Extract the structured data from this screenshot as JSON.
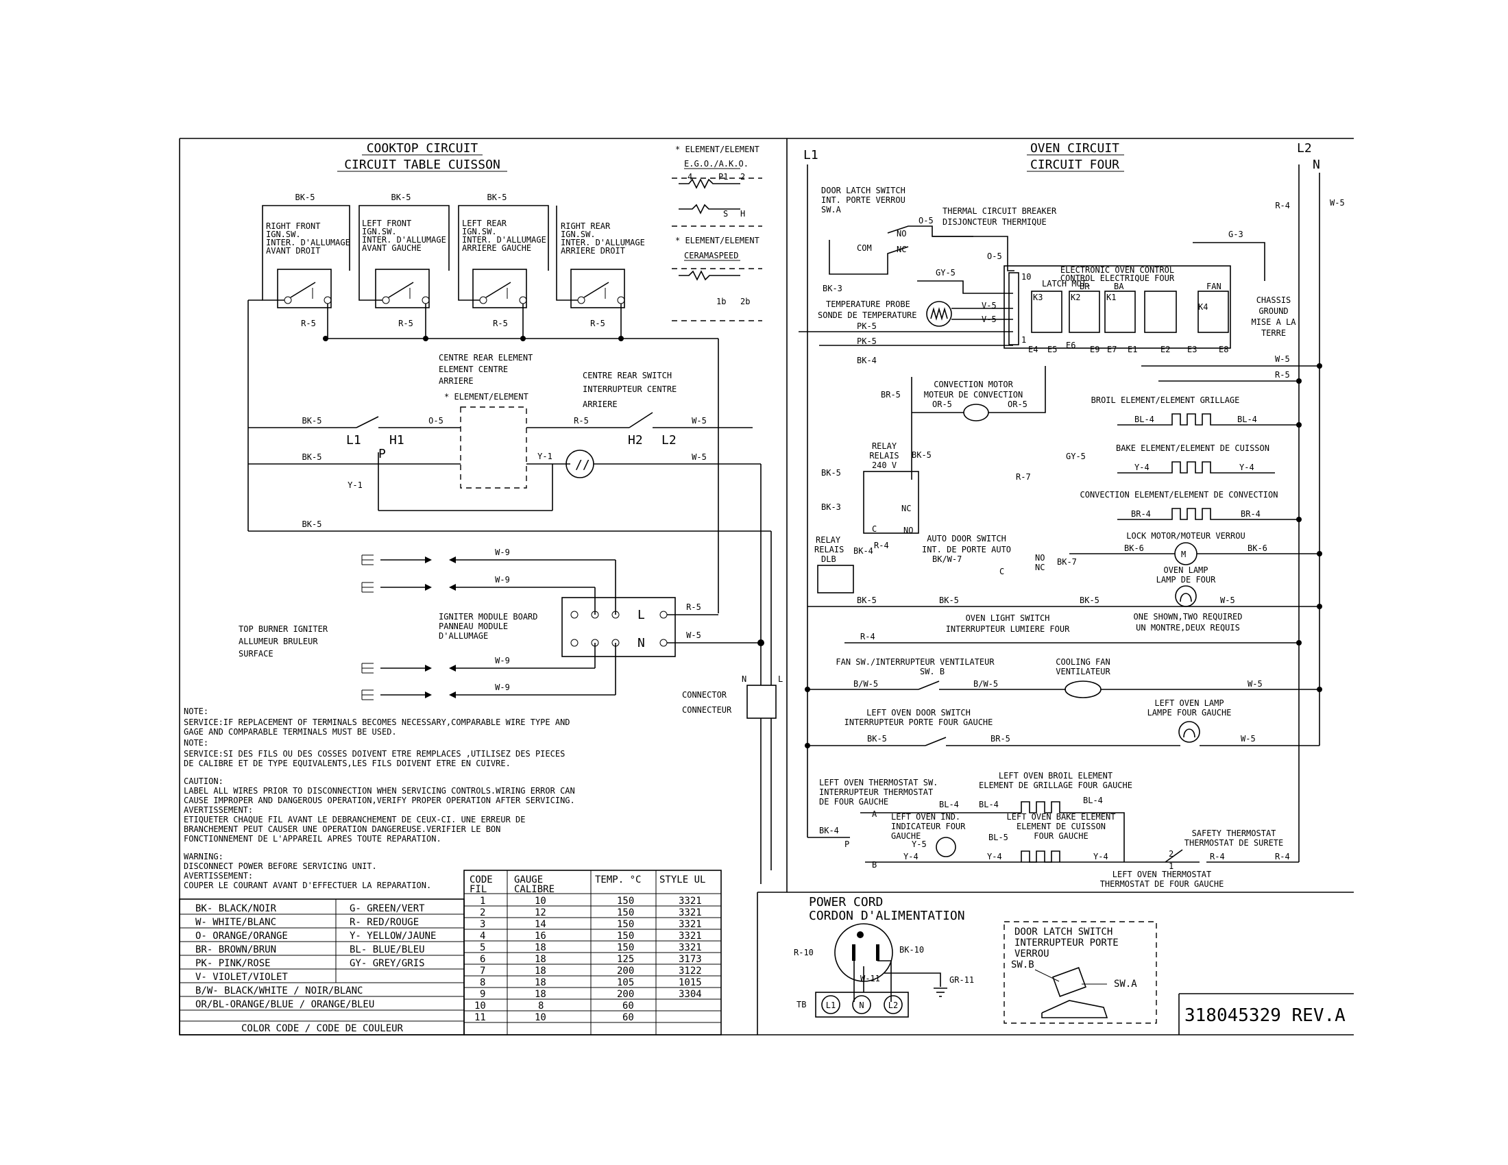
{
  "cooktop": {
    "title1": "COOKTOP CIRCUIT",
    "title2": "CIRCUIT TABLE CUISSON",
    "bk5": "BK-5",
    "r5": "R-5",
    "o5": "O-5",
    "w5": "W-5",
    "w9": "W-9",
    "y1": "Y-1",
    "switches": [
      {
        "l1": "RIGHT FRONT",
        "l2": "IGN.SW.",
        "l3": "INTER. D'ALLUMAGE",
        "l4": "AVANT DROIT"
      },
      {
        "l1": "LEFT FRONT",
        "l2": "IGN.SW.",
        "l3": "INTER. D'ALLUMAGE",
        "l4": "AVANT GAUCHE"
      },
      {
        "l1": "LEFT REAR",
        "l2": "IGN.SW.",
        "l3": "INTER. D'ALLUMAGE",
        "l4": "ARRIERE GAUCHE"
      },
      {
        "l1": "RIGHT REAR",
        "l2": "IGN.SW.",
        "l3": "INTER. D'ALLUMAGE",
        "l4": "ARRIERE DROIT"
      }
    ],
    "centre_elem1": "CENTRE REAR ELEMENT",
    "centre_elem2": "ELEMENT CENTRE",
    "centre_elem3": "ARRIERE",
    "star_elem": "* ELEMENT/ELEMENT",
    "centre_sw1": "CENTRE REAR SWITCH",
    "centre_sw2": "INTERRUPTEUR CENTRE",
    "centre_sw3": "ARRIERE",
    "t_l1": "L1",
    "t_h1": "H1",
    "t_p": "P",
    "t_h2": "H2",
    "t_l2": "L2",
    "igniter1": "TOP BURNER IGNITER",
    "igniter2": "ALLUMEUR BRULEUR",
    "igniter3": "SURFACE",
    "module1": "IGNITER MODULE BOARD",
    "module2": "PANNEAU MODULE",
    "module3": "D'ALLUMAGE",
    "mod_l": "L",
    "mod_n": "N"
  },
  "element_detail": {
    "title1": "* ELEMENT/ELEMENT",
    "title2": "E.G.O./A.K.O.",
    "p4": "4",
    "p1": "P1",
    "p2": "2",
    "ps": "S",
    "ph": "H",
    "title3": "* ELEMENT/ELEMENT",
    "title4": "CERAMASPEED",
    "p1b": "1b",
    "p2b": "2b"
  },
  "oven": {
    "title1": "OVEN CIRCUIT",
    "title2": "CIRCUIT FOUR",
    "L1": "L1",
    "L2": "L2",
    "N": "N",
    "r4": "R-4",
    "w5": "W-5",
    "g3": "G-3",
    "latch1": "DOOR LATCH SWITCH",
    "latch2": "INT. PORTE VERROU",
    "latch3": "SW.A",
    "o5": "O-5",
    "no": "NO",
    "nc": "NC",
    "com": "COM",
    "tcb1": "THERMAL CIRCUIT BREAKER",
    "tcb2": "DISJONCTEUR THERMIQUE",
    "gy5": "GY-5",
    "bk3": "BK-3",
    "probe1": "TEMPERATURE PROBE",
    "probe2": "SONDE DE TEMPERATURE",
    "v5": "V-5",
    "pk5": "PK-5",
    "bk4": "BK-4",
    "eoc1": "ELECTRONIC OVEN CONTROL",
    "eoc2": "CONTROL ELECTRIQUE FOUR",
    "latchmot": "LATCH MOT.",
    "br": "BR",
    "ba": "BA",
    "fan": "FAN",
    "k3": "K3",
    "k2": "K2",
    "k1": "K1",
    "k4": "K4",
    "p10": "10",
    "p1": "1",
    "e4": "E4",
    "e5": "E5",
    "e6": "E6",
    "e9": "E9",
    "e7": "E7",
    "e1": "E1",
    "e2": "E2",
    "e3": "E3",
    "e8": "E8",
    "chassis1": "CHASSIS",
    "chassis2": "GROUND",
    "chassis3": "MISE A LA",
    "chassis4": "TERRE",
    "r5": "R-5",
    "br5": "BR-5",
    "or5": "OR-5",
    "conv1": "CONVECTION MOTOR",
    "conv2": "MOTEUR DE CONVECTION",
    "broil": "BROIL ELEMENT/ELEMENT GRILLAGE",
    "bl4": "BL-4",
    "relay1": "RELAY",
    "relay2": "RELAIS",
    "relay3": "240 V",
    "bk5": "BK-5",
    "bake": "BAKE ELEMENT/ELEMENT DE CUISSON",
    "gy5b": "GY-5",
    "y4": "Y-4",
    "r7": "R-7",
    "convelem": "CONVECTION ELEMENT/ELEMENT DE CONVECTION",
    "br4": "BR-4",
    "c": "C",
    "dlb1": "RELAY",
    "dlb2": "RELAIS",
    "dlb3": "DLB",
    "auto1": "AUTO DOOR SWITCH",
    "auto2": "INT. DE PORTE AUTO",
    "bkw7": "BK/W-7",
    "bk7": "BK-7",
    "lock": "LOCK MOTOR/MOTEUR VERROU",
    "bk6": "BK-6",
    "lamp1": "OVEN LAMP",
    "lamp2": "LAMP DE FOUR",
    "ols1": "OVEN LIGHT SWITCH",
    "ols2": "INTERRUPTEUR LUMIERE FOUR",
    "one1": "ONE SHOWN,TWO REQUIRED",
    "one2": "UN MONTRE,DEUX REQUIS",
    "fansw1": "FAN SW./INTERRUPTEUR VENTILATEUR",
    "fansw2": "SW. B",
    "cool1": "COOLING FAN",
    "cool2": "VENTILATEUR",
    "bw5": "B/W-5",
    "ldoor1": "LEFT OVEN DOOR SWITCH",
    "ldoor2": "INTERRUPTEUR PORTE FOUR GAUCHE",
    "llamp1": "LEFT OVEN LAMP",
    "llamp2": "LAMPE FOUR GAUCHE",
    "lts1": "LEFT OVEN THERMOSTAT SW.",
    "lts2": "INTERRUPTEUR THERMOSTAT",
    "lts3": "DE FOUR GAUCHE",
    "lbroil1": "LEFT OVEN BROIL ELEMENT",
    "lbroil2": "ELEMENT DE GRILLAGE FOUR GAUCHE",
    "lind1": "LEFT OVEN IND.",
    "lind2": "INDICATEUR FOUR",
    "lind3": "GAUCHE",
    "lbake1": "LEFT OVEN BAKE ELEMENT",
    "lbake2": "ELEMENT DE CUISSON",
    "lbake3": "FOUR GAUCHE",
    "bl5": "BL-5",
    "y5": "Y-5",
    "safety1": "SAFETY THERMOSTAT",
    "safety2": "THERMOSTAT DE SURETE",
    "lthermo1": "LEFT OVEN THERMOSTAT",
    "lthermo2": "THERMOSTAT DE FOUR GAUCHE",
    "ta": "A",
    "tb": "B",
    "tp": "P",
    "t2": "2",
    "t1": "1"
  },
  "connector": {
    "n": "N",
    "l": "L",
    "label1": "CONNECTOR",
    "label2": "CONNECTEUR"
  },
  "notes": {
    "note": "NOTE:",
    "service1": "SERVICE:IF REPLACEMENT OF TERMINALS BECOMES NECESSARY,COMPARABLE WIRE TYPE AND",
    "service2": "GAGE AND COMPARABLE TERMINALS MUST BE USED.",
    "note_fr": "NOTE:",
    "service_fr1": "SERVICE:SI DES FILS OU DES COSSES DOIVENT ETRE REMPLACES ,UTILISEZ DES PIECES",
    "service_fr2": "DE CALIBRE ET DE TYPE EQUIVALENTS,LES FILS DOIVENT ETRE EN CUIVRE.",
    "caution": "CAUTION:",
    "caution1": "LABEL ALL WIRES PRIOR TO DISCONNECTION WHEN SERVICING CONTROLS.WIRING ERROR CAN",
    "caution2": "CAUSE IMPROPER AND DANGEROUS OPERATION,VERIFY PROPER OPERATION AFTER SERVICING.",
    "avert": "AVERTISSEMENT:",
    "avert1": "ETIQUETER CHAQUE FIL AVANT LE DEBRANCHEMENT DE CEUX-CI. UNE ERREUR DE",
    "avert2": "BRANCHEMENT PEUT CAUSER UNE OPERATION DANGEREUSE.VERIFIER LE BON",
    "avert3": "FONCTIONNEMENT DE L'APPAREIL APRES TOUTE REPARATION.",
    "warning": "WARNING:",
    "warning1": "DISCONNECT POWER BEFORE SERVICING UNIT.",
    "avert_b": "AVERTISSEMENT:",
    "avert_b1": "COUPER LE COURANT AVANT D'EFFECTUER LA REPARATION."
  },
  "color_code": {
    "rows": [
      [
        "BK- BLACK/NOIR",
        "G- GREEN/VERT"
      ],
      [
        "W- WHITE/BLANC",
        "R- RED/ROUGE"
      ],
      [
        "O- ORANGE/ORANGE",
        "Y- YELLOW/JAUNE"
      ],
      [
        "BR- BROWN/BRUN",
        "BL- BLUE/BLEU"
      ],
      [
        "PK- PINK/ROSE",
        "GY- GREY/GRIS"
      ],
      [
        "V- VIOLET/VIOLET",
        ""
      ]
    ],
    "row_bw": "B/W- BLACK/WHITE / NOIR/BLANC",
    "row_orbl": "OR/BL-ORANGE/BLUE / ORANGE/BLEU",
    "footer": "COLOR CODE / CODE DE COULEUR"
  },
  "wire_table": {
    "h_code1": "CODE",
    "h_code2": "FIL",
    "h_gauge1": "GAUGE",
    "h_gauge2": "CALIBRE",
    "h_temp": "TEMP. °C",
    "h_style": "STYLE UL",
    "rows": [
      [
        "1",
        "10",
        "150",
        "3321"
      ],
      [
        "2",
        "12",
        "150",
        "3321"
      ],
      [
        "3",
        "14",
        "150",
        "3321"
      ],
      [
        "4",
        "16",
        "150",
        "3321"
      ],
      [
        "5",
        "18",
        "150",
        "3321"
      ],
      [
        "6",
        "18",
        "125",
        "3173"
      ],
      [
        "7",
        "18",
        "200",
        "3122"
      ],
      [
        "8",
        "18",
        "105",
        "1015"
      ],
      [
        "9",
        "18",
        "200",
        "3304"
      ],
      [
        "10",
        "8",
        "60",
        ""
      ],
      [
        "11",
        "10",
        "60",
        ""
      ]
    ]
  },
  "power_cord": {
    "title1": "POWER CORD",
    "title2": "CORDON D'ALIMENTATION",
    "r10": "R-10",
    "bk10": "BK-10",
    "w11": "W-11",
    "gr11": "GR-11",
    "tb": "TB",
    "l1": "L1",
    "n": "N",
    "l2": "L2"
  },
  "door_latch": {
    "l1": "DOOR LATCH SWITCH",
    "l2": "INTERRUPTEUR PORTE",
    "l3": "VERROU",
    "swb": "SW.B",
    "swa": "SW.A"
  },
  "part_number": "318045329 REV.A"
}
